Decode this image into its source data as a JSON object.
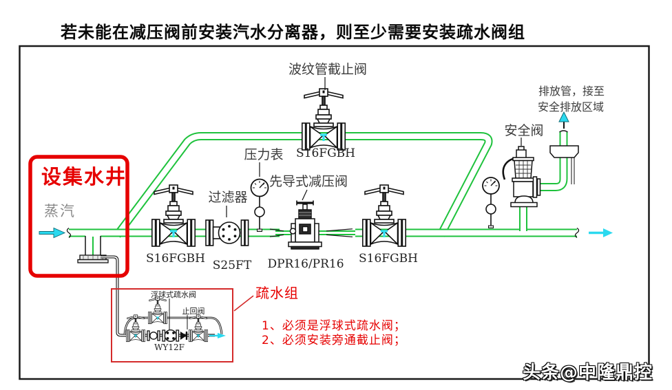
{
  "title": "若未能在减压阀前安装汽水分离器，则至少需要安装疏水阀组",
  "watermark": "头条@中隆鼎控",
  "colors": {
    "pipe_green": "#1ec23c",
    "arrow_cyan": "#2bd9ef",
    "highlight_red": "#e60000",
    "line_black": "#111111"
  },
  "labels": {
    "steam": "蒸汽",
    "collection_well": "设集水井",
    "bellows_stop_valve": "波纹管截止阀",
    "bypass_valve_model": "S16FGBH",
    "inlet_valve_model": "S16FGBH",
    "strainer": "过滤器",
    "strainer_model": "S25FT",
    "pressure_gauge": "压力表",
    "pilot_prv": "先导式减压阀",
    "prv_model": "DPR16/PR16",
    "outlet_valve_model": "S16FGBH",
    "safety_valve": "安全阀",
    "discharge_line1": "排放管，接至",
    "discharge_line2": "安全排放区域",
    "trap_group": "疏水组",
    "float_trap": "浮球式疏水阀",
    "check_valve": "止回阀",
    "trap_model": "WY12F",
    "note1": "1、必须是浮球式疏水阀；",
    "note2": "2、必须安装旁通截止阀；"
  }
}
